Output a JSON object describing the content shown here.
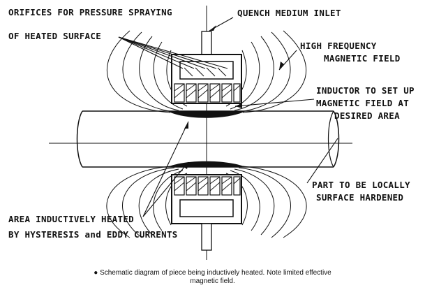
{
  "labels": {
    "orifices": [
      "ORIFICES FOR PRESSURE SPRAYING",
      "OF HEATED SURFACE"
    ],
    "quench": "QUENCH MEDIUM INLET",
    "high_freq": [
      "HIGH FREQUENCY",
      "MAGNETIC FIELD"
    ],
    "inductor": [
      "INDUCTOR TO SET UP",
      "MAGNETIC FIELD AT",
      "DESIRED AREA"
    ],
    "part": [
      "PART TO BE LOCALLY",
      "SURFACE HARDENED"
    ],
    "area": [
      "AREA INDUCTIVELY HEATED",
      "BY HYSTERESIS and EDDY CURRENTS"
    ]
  },
  "caption": {
    "line1": "●  Schematic diagram of piece being inductively heated.  Note limited effective",
    "line2": "magnetic field."
  },
  "colors": {
    "ink": "#111111",
    "paper": "#ffffff"
  }
}
